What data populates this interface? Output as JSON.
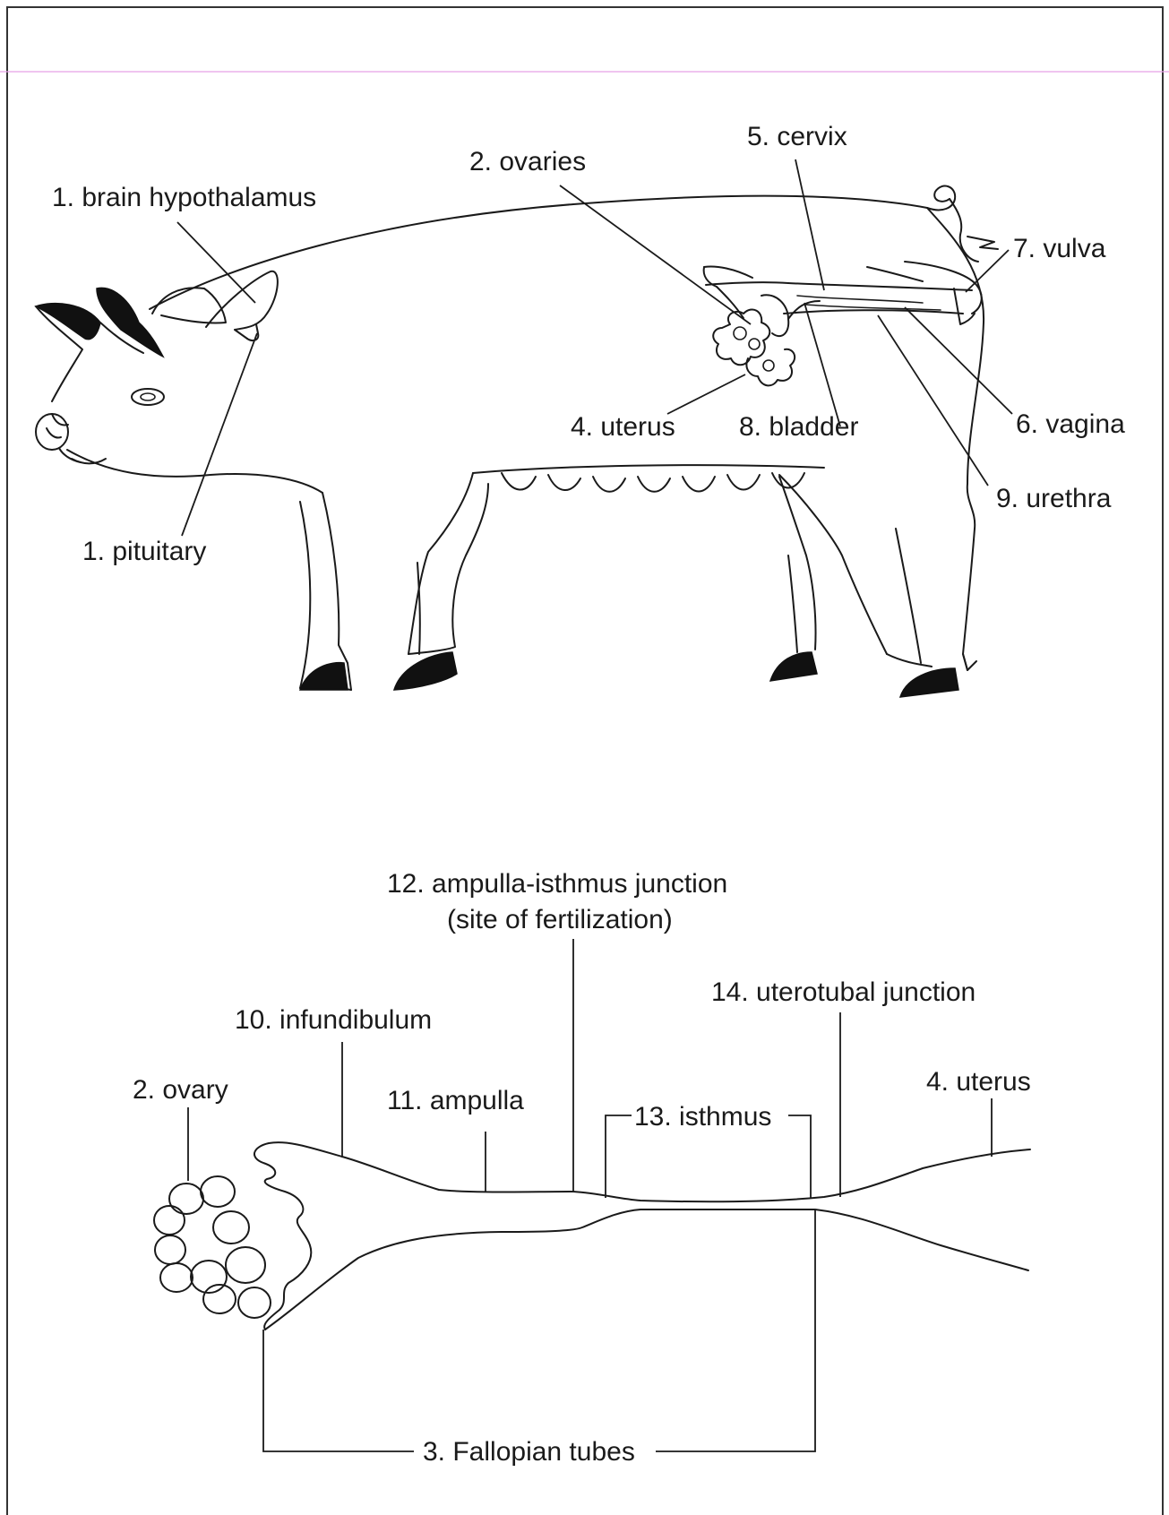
{
  "diagram": {
    "pig_labels": {
      "brain_hypothalamus": "1. brain hypothalamus",
      "pituitary": "1. pituitary",
      "ovaries": "2. ovaries",
      "uterus": "4. uterus",
      "cervix": "5. cervix",
      "vagina": "6. vagina",
      "vulva": "7. vulva",
      "bladder": "8. bladder",
      "urethra": "9. urethra"
    },
    "tract_labels": {
      "ovary": "2. ovary",
      "infundibulum": "10. infundibulum",
      "ampulla": "11. ampulla",
      "ampulla_isthmus_junction": "12. ampulla-isthmus junction",
      "fertilization_site": "(site of fertilization)",
      "isthmus": "13. isthmus",
      "uterotubal_junction": "14. uterotubal junction",
      "uterus": "4. uterus",
      "fallopian_tubes": "3. Fallopian tubes"
    }
  },
  "colors": {
    "ink": "#1a1a1a",
    "guide_line": "#e6a0e6",
    "frame": "#333333"
  }
}
